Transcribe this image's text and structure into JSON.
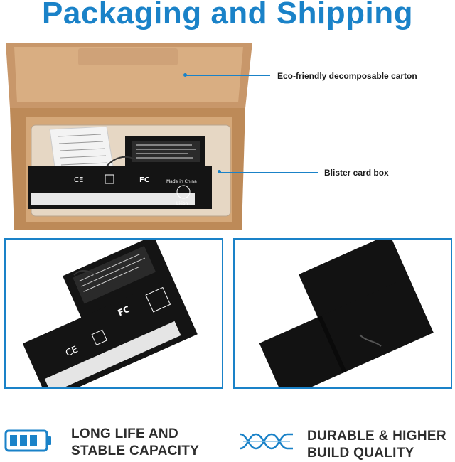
{
  "header": {
    "title": "Packaging and Shipping"
  },
  "callouts": [
    {
      "label": "Eco-friendly decomposable carton"
    },
    {
      "label": "Blister card box"
    }
  ],
  "battery_label": {
    "made_in": "Made in China",
    "li_ion": "Li-ion"
  },
  "features": [
    {
      "line1": "LONG LIFE AND",
      "line2": "STABLE CAPACITY",
      "icon": "battery-full-icon"
    },
    {
      "line1": "DURABLE & HIGHER",
      "line2": "BUILD QUALITY",
      "icon": "twisted-cable-icon"
    }
  ],
  "colors": {
    "accent": "#1a82c8",
    "carton": "#c99a66",
    "battery": "#141414"
  }
}
